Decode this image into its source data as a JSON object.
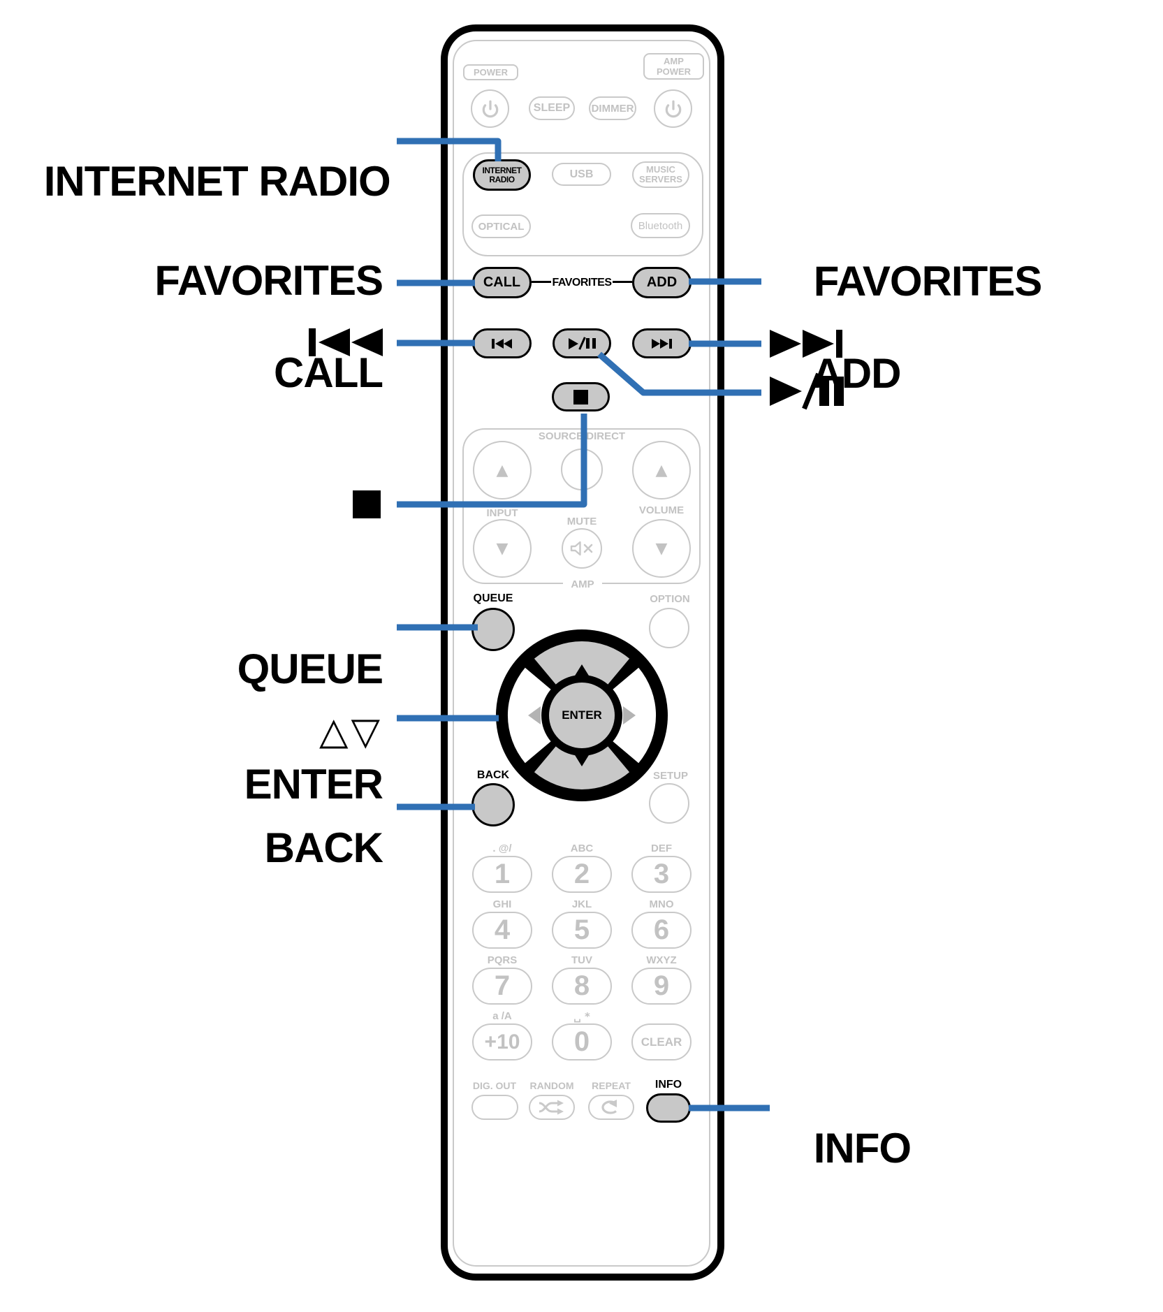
{
  "colors": {
    "callout_blue": "#3070B4",
    "outline_gray": "#C9C9C9",
    "text_gray": "#C2C2C2",
    "active_fill": "#C8C8C8"
  },
  "callouts": {
    "internet_radio": "INTERNET RADIO",
    "favorites_left_line1": "FAVORITES",
    "favorites_left_line2": "CALL",
    "queue": "QUEUE",
    "updown": "△▽",
    "enter": "ENTER",
    "back": "BACK",
    "favorites_right_line1": "FAVORITES",
    "favorites_right_line2": "ADD",
    "info": "INFO"
  },
  "remote": {
    "power_label": "POWER",
    "amp_power_line1": "AMP",
    "amp_power_line2": "POWER",
    "sleep": "SLEEP",
    "dimmer": "DIMMER",
    "internet_radio_line1": "INTERNET",
    "internet_radio_line2": "RADIO",
    "usb": "USB",
    "music_servers_line1": "MUSIC",
    "music_servers_line2": "SERVERS",
    "optical": "OPTICAL",
    "bluetooth": "Bluetooth",
    "call": "CALL",
    "favorites": "FAVORITES",
    "add": "ADD",
    "source_direct": "SOURCE DIRECT",
    "input": "INPUT",
    "mute": "MUTE",
    "volume": "VOLUME",
    "amp": "AMP",
    "queue": "QUEUE",
    "option": "OPTION",
    "enter": "ENTER",
    "back": "BACK",
    "setup": "SETUP",
    "up_arrow": "▲",
    "down_arrow": "▼",
    "keypad": [
      {
        "letters": ". @/",
        "digit": "1"
      },
      {
        "letters": "ABC",
        "digit": "2"
      },
      {
        "letters": "DEF",
        "digit": "3"
      },
      {
        "letters": "GHI",
        "digit": "4"
      },
      {
        "letters": "JKL",
        "digit": "5"
      },
      {
        "letters": "MNO",
        "digit": "6"
      },
      {
        "letters": "PQRS",
        "digit": "7"
      },
      {
        "letters": "TUV",
        "digit": "8"
      },
      {
        "letters": "WXYZ",
        "digit": "9"
      },
      {
        "letters": "a /A",
        "digit": "+10"
      },
      {
        "letters": "␣ *",
        "digit": "0"
      },
      {
        "letters": "",
        "digit": "CLEAR"
      }
    ],
    "dig_out": "DIG. OUT",
    "random": "RANDOM",
    "repeat": "REPEAT",
    "info": "INFO"
  }
}
